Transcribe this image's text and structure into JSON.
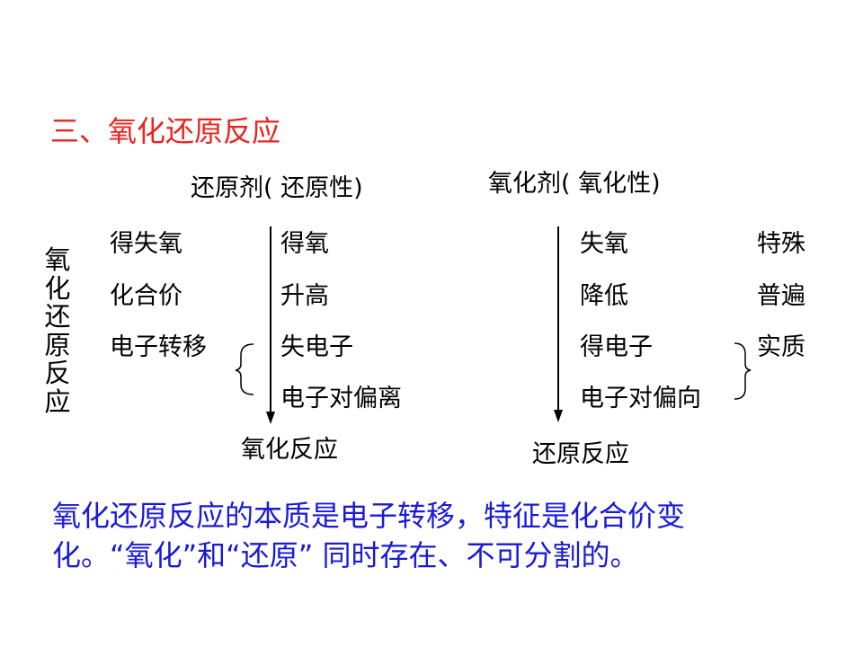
{
  "title": "三、氧化还原反应",
  "side_label": [
    "氧",
    "化",
    "还",
    "原",
    "反",
    "应"
  ],
  "left_column": {
    "header": "还原剂( 还原性)",
    "items": [
      "得失氧",
      "化合价",
      "电子转移"
    ]
  },
  "reducing_side": {
    "items": [
      "得氧",
      "升高",
      "失电子",
      "电子对偏离"
    ],
    "result": "氧化反应"
  },
  "oxidizing_side": {
    "header": "氧化剂( 氧化性)",
    "items": [
      "失氧",
      "降低",
      "得电子",
      "电子对偏向"
    ],
    "result": "还原反应"
  },
  "right_column": {
    "items": [
      "特殊",
      "普遍",
      "实质"
    ]
  },
  "summary": [
    "氧化还原反应的本质是电子转移，特征是化合价变",
    "化。“氧化”和“还原” 同时存在、不可分割的。"
  ],
  "colors": {
    "title": "#e8251e",
    "summary": "#1a1ad8",
    "body_text": "#000000"
  }
}
